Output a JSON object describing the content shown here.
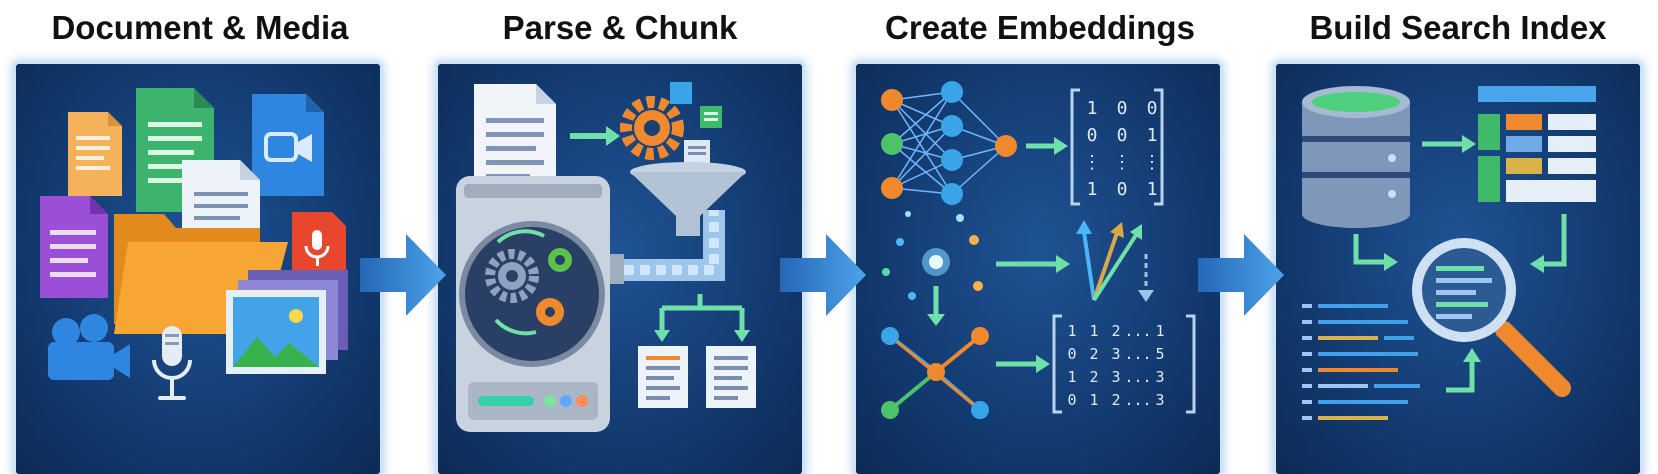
{
  "stages": [
    {
      "title": "Document & Media"
    },
    {
      "title": "Parse & Chunk"
    },
    {
      "title": "Create Embeddings"
    },
    {
      "title": "Build Search Index"
    }
  ],
  "matrix_small": {
    "rows": [
      [
        "1",
        "0",
        "0"
      ],
      [
        "0",
        "0",
        "1"
      ],
      [
        "⋮",
        "⋮",
        "⋮"
      ],
      [
        "1",
        "0",
        "1"
      ]
    ]
  },
  "matrix_large": {
    "rows": [
      [
        "1",
        "1",
        "2",
        "...",
        "1"
      ],
      [
        "0",
        "2",
        "3",
        "...",
        "5"
      ],
      [
        "1",
        "2",
        "3",
        "...",
        "3"
      ],
      [
        "0",
        "1",
        "2",
        "...",
        "3"
      ]
    ]
  },
  "colors": {
    "panel": "#143c73",
    "arrow": "#3a8fd6",
    "accent_green": "#6fe0a8",
    "folder": "#f7a533"
  },
  "icons": [
    "document-icon",
    "video-icon",
    "audio-icon",
    "image-icon",
    "microphone-icon",
    "folder-icon",
    "gear-icon",
    "funnel-icon",
    "machine-icon",
    "neural-network-icon",
    "vector-icon",
    "graph-icon",
    "database-icon",
    "magnifier-icon",
    "table-icon"
  ]
}
